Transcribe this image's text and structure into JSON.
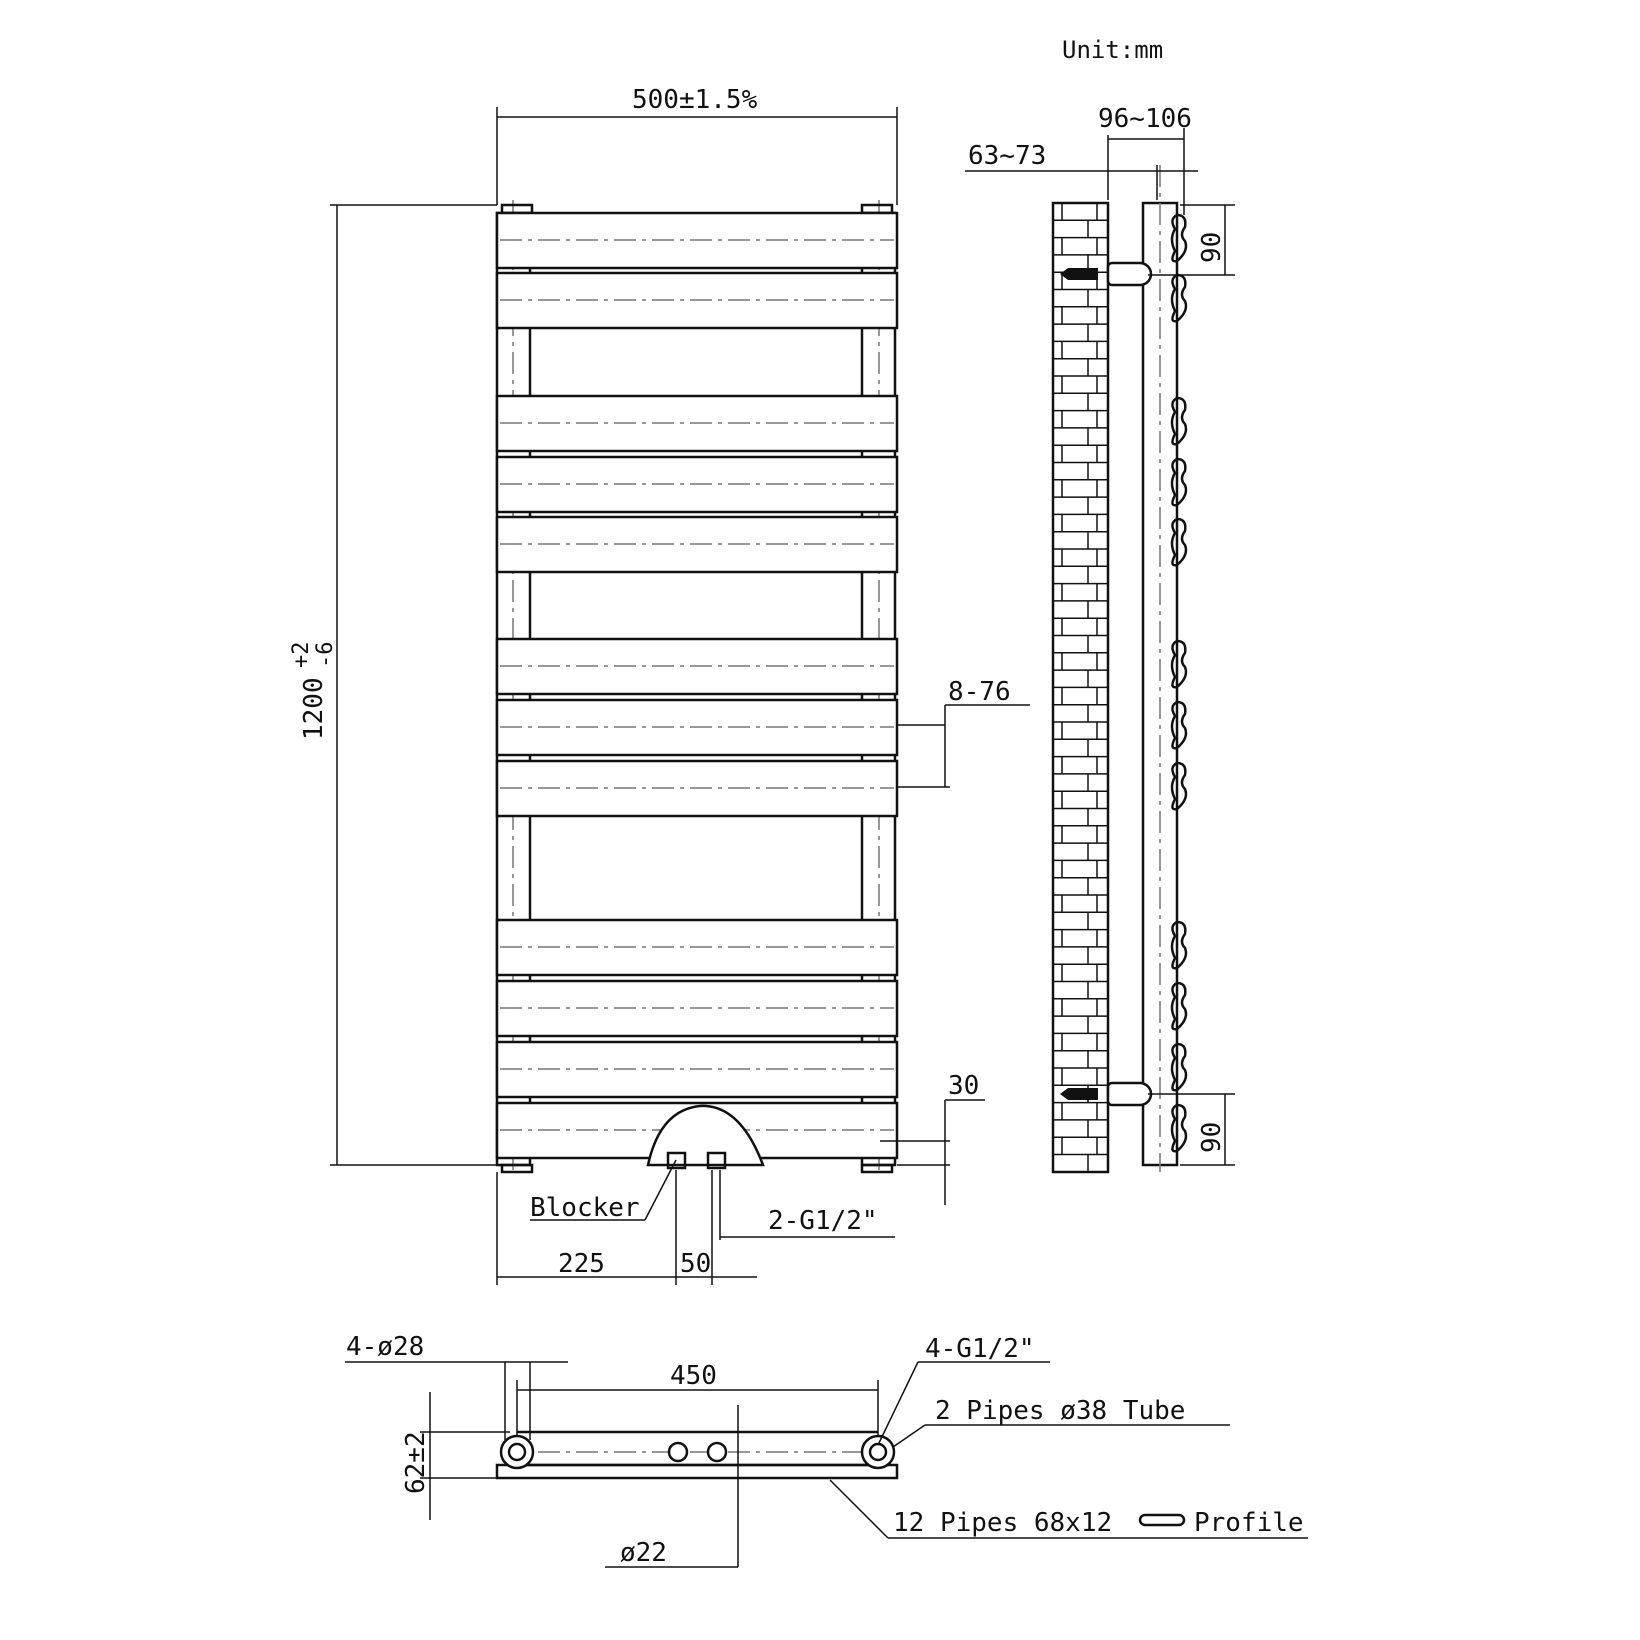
{
  "unit_label": "Unit:mm",
  "front_view": {
    "width_dim": "500±1.5%",
    "height_dim": "1200",
    "height_tol_upper": "+2",
    "height_tol_lower": "-6",
    "bar_gap_dim": "8-76",
    "bottom_offset_dim": "30",
    "blocker_label": "Blocker",
    "inlet_label": "2-G1/2\"",
    "offset_dim": "225",
    "inlet_spacing_dim": "50",
    "bar_count": 12
  },
  "side_view": {
    "depth_wall_dim": "63~73",
    "depth_total_dim": "96~106",
    "bracket_top_dim": "90",
    "bracket_bottom_dim": "90"
  },
  "bottom_view": {
    "leg_dia_label": "4-ø28",
    "connector_label": "4-G1/2\"",
    "centers_dim": "450",
    "pipes_label": "2 Pipes ø38 Tube",
    "depth_dim": "62±2",
    "valve_dia_label": "ø22",
    "profile_label_prefix": "12 Pipes 68x12",
    "profile_label_suffix": "Profile"
  }
}
